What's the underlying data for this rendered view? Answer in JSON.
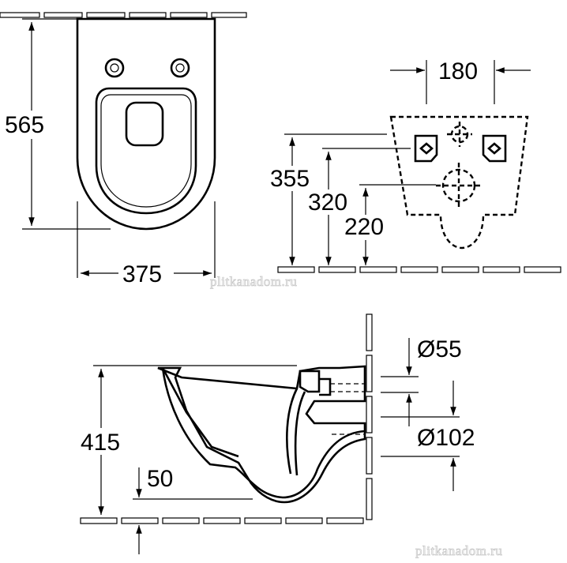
{
  "top_view": {
    "height_label": "565",
    "width_label": "375"
  },
  "rear_view": {
    "spacing_label": "180",
    "dim_355": "355",
    "dim_320": "320",
    "dim_220": "220"
  },
  "side_view": {
    "height_label": "415",
    "bottom_label": "50",
    "inlet_label": "Ø55",
    "outlet_label": "Ø102"
  },
  "watermark": {
    "text_middle": "plitkanadom.ru",
    "text_bottom": "plitkanadom.ru"
  }
}
